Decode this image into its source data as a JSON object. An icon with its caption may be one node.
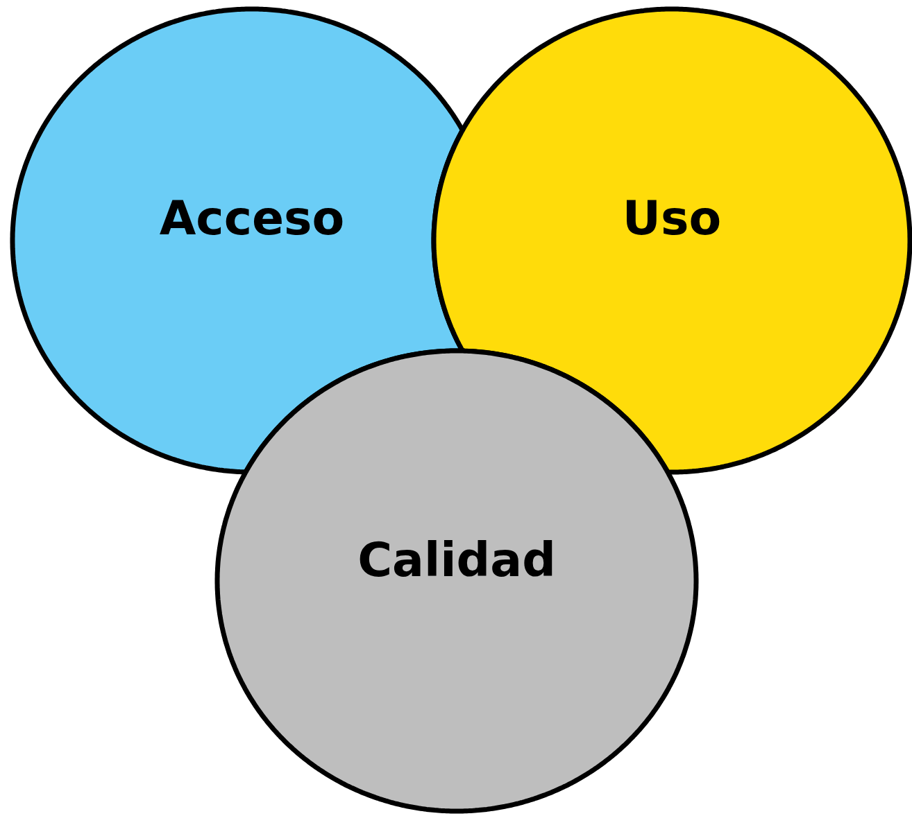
{
  "diagram": {
    "nodes": [
      {
        "text": [
          "Acceso"
        ]
      },
      {
        "text": [
          "Uso"
        ]
      },
      {
        "text": [
          "Calidad"
        ]
      }
    ]
  }
}
